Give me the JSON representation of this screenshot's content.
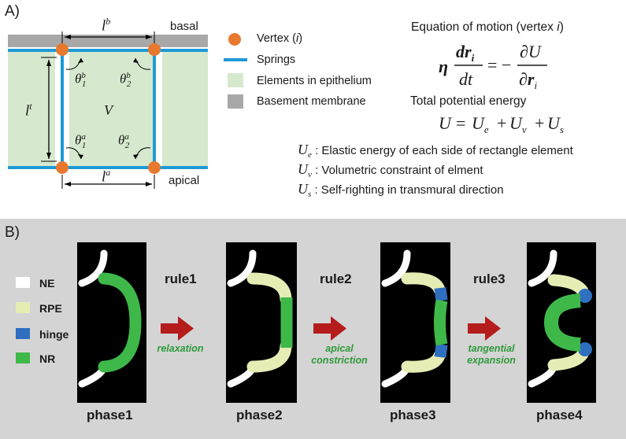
{
  "panel_a": {
    "label": "A)",
    "diagram": {
      "basal": "basal",
      "apical": "apical",
      "lb_base": "l",
      "lb_sup": "b",
      "la_base": "l",
      "la_sup": "a",
      "lt_base": "l",
      "lt_sup": "t",
      "v": "V",
      "theta_b1_sup": "b",
      "theta_b1_sub": "1",
      "theta_b2_sup": "b",
      "theta_b2_sub": "2",
      "theta_a1_sup": "a",
      "theta_a1_sub": "1",
      "theta_a2_sup": "a",
      "theta_a2_sub": "2",
      "theta": "θ"
    },
    "legend": [
      {
        "label": "Vertex (i)",
        "color": "#e8782e"
      },
      {
        "label": "Springs",
        "color": "#1e9ad6"
      },
      {
        "label": "Elements in epithelium",
        "color": "#d6e9cf"
      },
      {
        "label": "Basement membrane",
        "color": "#a8a8a8"
      }
    ],
    "equation_title": "Equation of motion (vertex i)",
    "energy_title": "Total potential energy",
    "energy_terms": [
      {
        "symbol": "U",
        "sub": "e",
        "text": ": Elastic energy of each side of rectangle element"
      },
      {
        "symbol": "U",
        "sub": "v",
        "text": ": Volumetric constraint of elment"
      },
      {
        "symbol": "U",
        "sub": "s",
        "text": ": Self-righting in transmural direction"
      }
    ]
  },
  "panel_b": {
    "label": "B)",
    "legend": [
      {
        "label": "NE",
        "color": "#ffffff"
      },
      {
        "label": "RPE",
        "color": "#e6edb4"
      },
      {
        "label": "hinge",
        "color": "#2e6fc0"
      },
      {
        "label": "NR",
        "color": "#3fb84a"
      }
    ],
    "rules": [
      {
        "label": "rule1",
        "desc": [
          "relaxation"
        ]
      },
      {
        "label": "rule2",
        "desc": [
          "apical",
          "constriction"
        ]
      },
      {
        "label": "rule3",
        "desc": [
          "tangential",
          "expansion"
        ]
      }
    ],
    "phases": [
      "phase1",
      "phase2",
      "phase3",
      "phase4"
    ],
    "arrow_color": "#b51c1c"
  }
}
